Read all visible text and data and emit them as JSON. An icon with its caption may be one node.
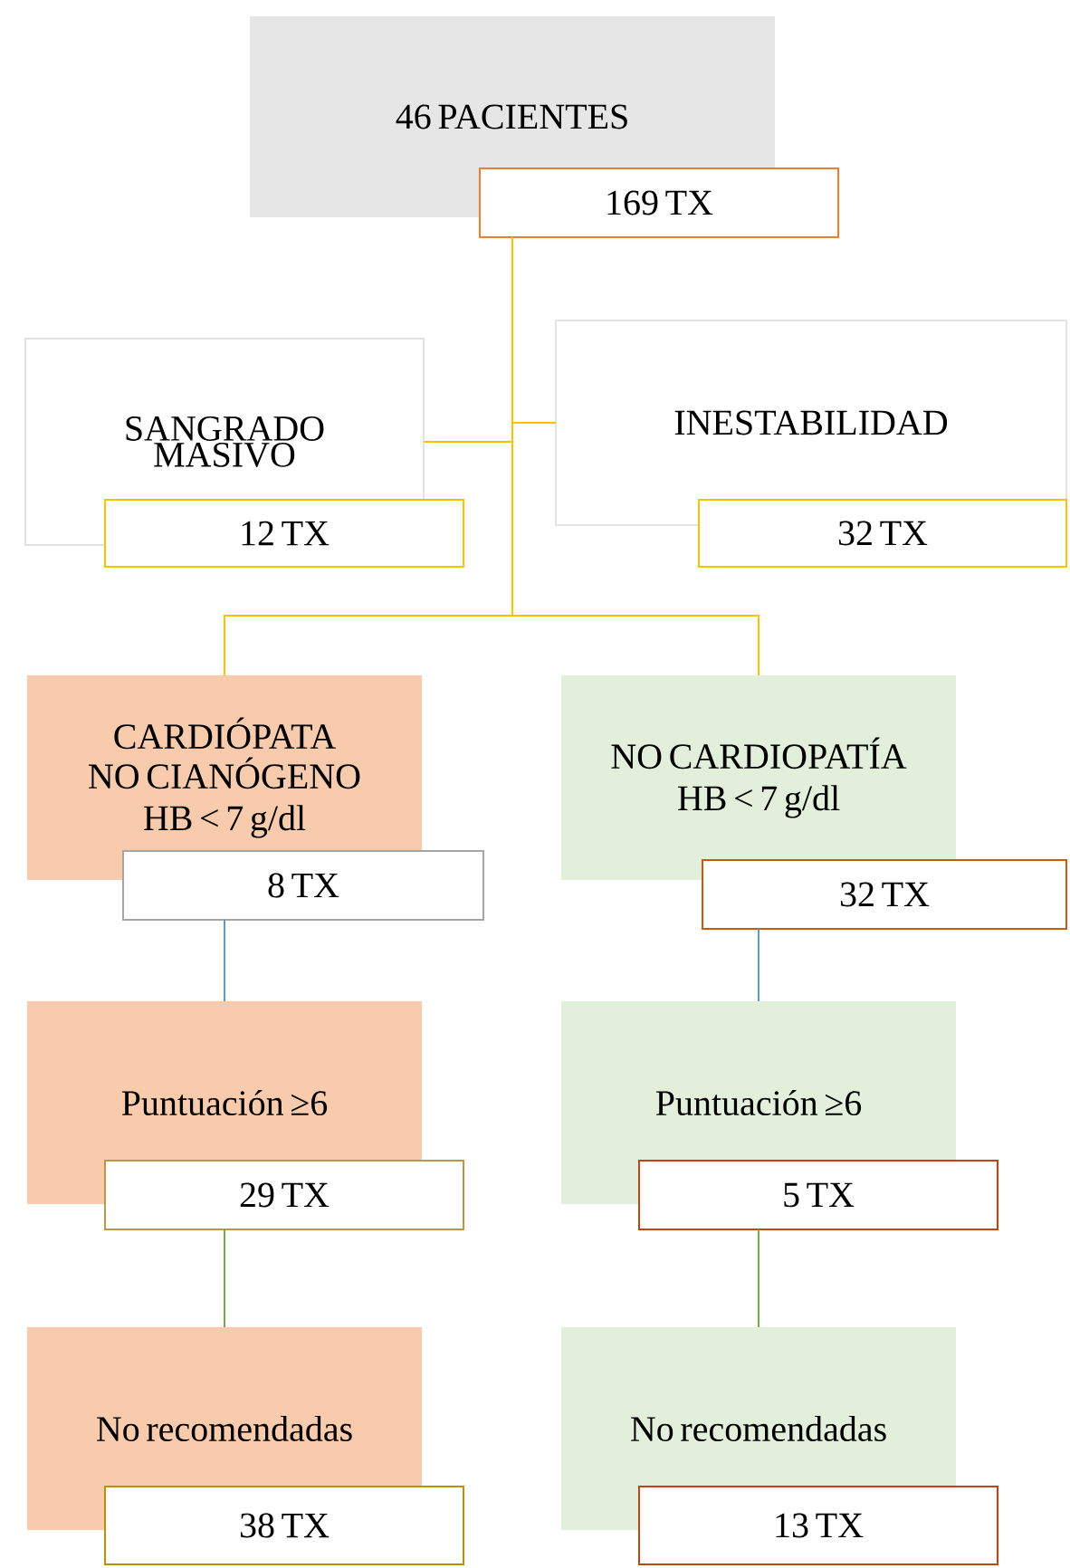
{
  "diagram": {
    "nodes": [
      {
        "text": [
          "46 PACIENTES"
        ]
      },
      {
        "text": [
          "169 TX"
        ]
      },
      {
        "text": [
          "SANGRADO MASIVO"
        ]
      },
      {
        "text": [
          "12 TX"
        ]
      },
      {
        "text": [
          "INESTABILIDAD"
        ]
      },
      {
        "text": [
          "32 TX"
        ]
      },
      {
        "text": [
          "CARDIÓPATA NO CIANÓGENO",
          "HB < 7 g/dl"
        ]
      },
      {
        "text": [
          "8 TX"
        ]
      },
      {
        "text": [
          "NO CARDIOPATÍA",
          "HB < 7 g/dl"
        ]
      },
      {
        "text": [
          "32 TX"
        ]
      },
      {
        "text": [
          "Puntuación ≥6"
        ]
      },
      {
        "text": [
          "29 TX"
        ]
      },
      {
        "text": [
          "Puntuación ≥6"
        ]
      },
      {
        "text": [
          "5 TX"
        ]
      },
      {
        "text": [
          "No recomendadas"
        ]
      },
      {
        "text": [
          "38 TX"
        ]
      },
      {
        "text": [
          "No recomendadas"
        ]
      },
      {
        "text": [
          "13 TX"
        ]
      }
    ],
    "edges": [
      {
        "from": 1,
        "to": 2,
        "arrow": "none"
      },
      {
        "from": 1,
        "to": 4,
        "arrow": "none"
      },
      {
        "from": 1,
        "to": 6,
        "arrow": "none"
      },
      {
        "from": 1,
        "to": 8,
        "arrow": "none"
      },
      {
        "from": 7,
        "to": 10,
        "arrow": "none",
        "color": "#5b9bd5"
      },
      {
        "from": 9,
        "to": 12,
        "arrow": "none",
        "color": "#5b9bd5"
      },
      {
        "from": 11,
        "to": 14,
        "arrow": "none",
        "color": "#70ad47"
      },
      {
        "from": 13,
        "to": 16,
        "arrow": "none",
        "color": "#70ad47"
      }
    ]
  }
}
